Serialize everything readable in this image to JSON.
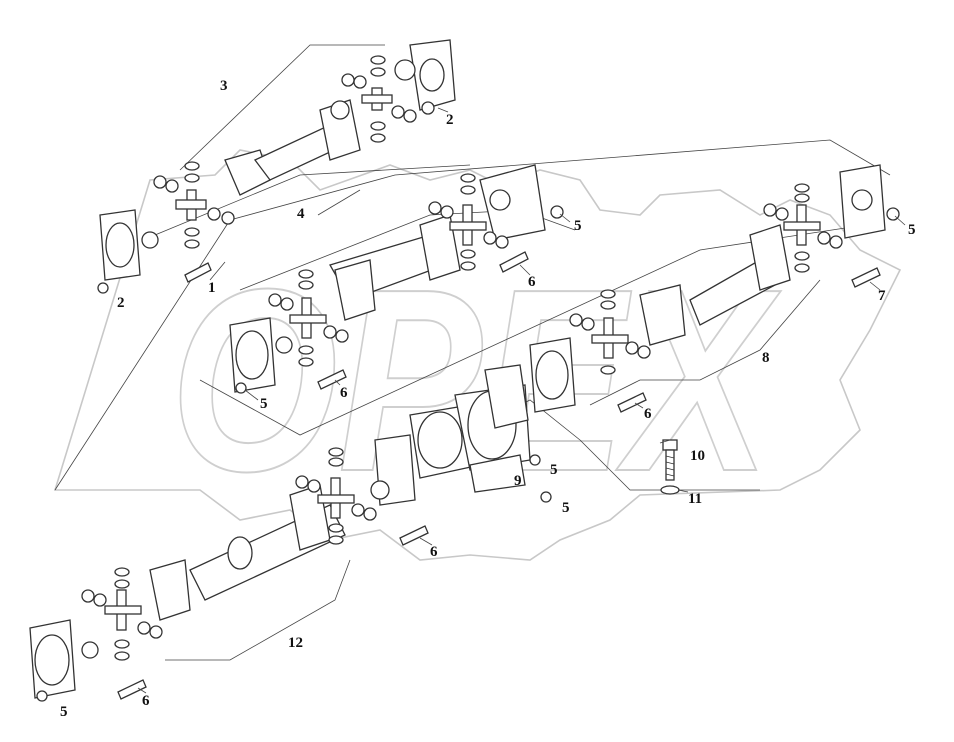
{
  "diagram": {
    "callouts": [
      "1",
      "2",
      "2",
      "3",
      "4",
      "5",
      "5",
      "5",
      "5",
      "5",
      "5",
      "6",
      "6",
      "6",
      "6",
      "6",
      "7",
      "8",
      "9",
      "10",
      "11",
      "12"
    ],
    "watermark": "OPEX"
  }
}
